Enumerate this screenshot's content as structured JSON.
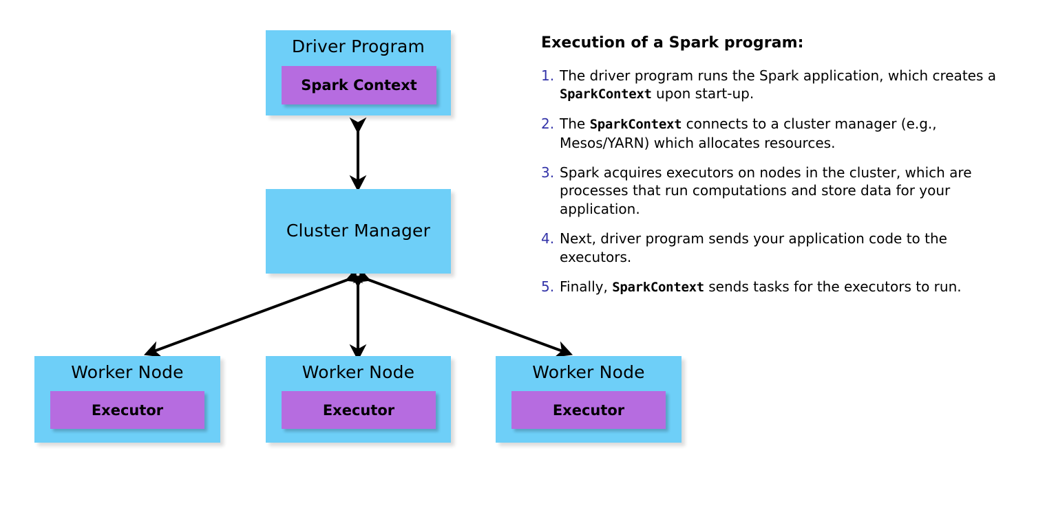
{
  "colors": {
    "node_fill": "#6ecff8",
    "inner_fill": "#b66ce0",
    "list_number": "#3333a8",
    "text": "#000000",
    "background": "#ffffff"
  },
  "diagram": {
    "driver": {
      "title": "Driver Program",
      "inner_label": "Spark Context"
    },
    "cluster_manager": {
      "title": "Cluster Manager"
    },
    "workers": [
      {
        "title": "Worker Node",
        "inner_label": "Executor"
      },
      {
        "title": "Worker Node",
        "inner_label": "Executor"
      },
      {
        "title": "Worker Node",
        "inner_label": "Executor"
      }
    ],
    "connections": [
      {
        "name": "driver-to-cluster-manager",
        "style": "double-headed-arrow"
      },
      {
        "name": "cluster-manager-to-worker-0",
        "style": "double-headed-arrow"
      },
      {
        "name": "cluster-manager-to-worker-1",
        "style": "double-headed-arrow"
      },
      {
        "name": "cluster-manager-to-worker-2",
        "style": "double-headed-arrow"
      }
    ]
  },
  "panel": {
    "heading": "Execution of a Spark program:",
    "steps": [
      {
        "number": "1.",
        "parts": [
          {
            "type": "text",
            "value": "The driver program runs the Spark application, which creates a "
          },
          {
            "type": "mono",
            "value": "SparkContext"
          },
          {
            "type": "text",
            "value": " upon start-up."
          }
        ]
      },
      {
        "number": "2.",
        "parts": [
          {
            "type": "text",
            "value": "The "
          },
          {
            "type": "mono",
            "value": "SparkContext"
          },
          {
            "type": "text",
            "value": " connects to a cluster manager (e.g., Mesos/YARN) which allocates resources."
          }
        ]
      },
      {
        "number": "3.",
        "parts": [
          {
            "type": "text",
            "value": "Spark acquires executors on nodes in the cluster, which are processes that run computations and store data for your application."
          }
        ]
      },
      {
        "number": "4.",
        "parts": [
          {
            "type": "text",
            "value": "Next, driver program sends your application code to the executors."
          }
        ]
      },
      {
        "number": "5.",
        "parts": [
          {
            "type": "text",
            "value": "Finally, "
          },
          {
            "type": "mono",
            "value": "SparkContext"
          },
          {
            "type": "text",
            "value": " sends tasks for the executors to run."
          }
        ]
      }
    ]
  }
}
